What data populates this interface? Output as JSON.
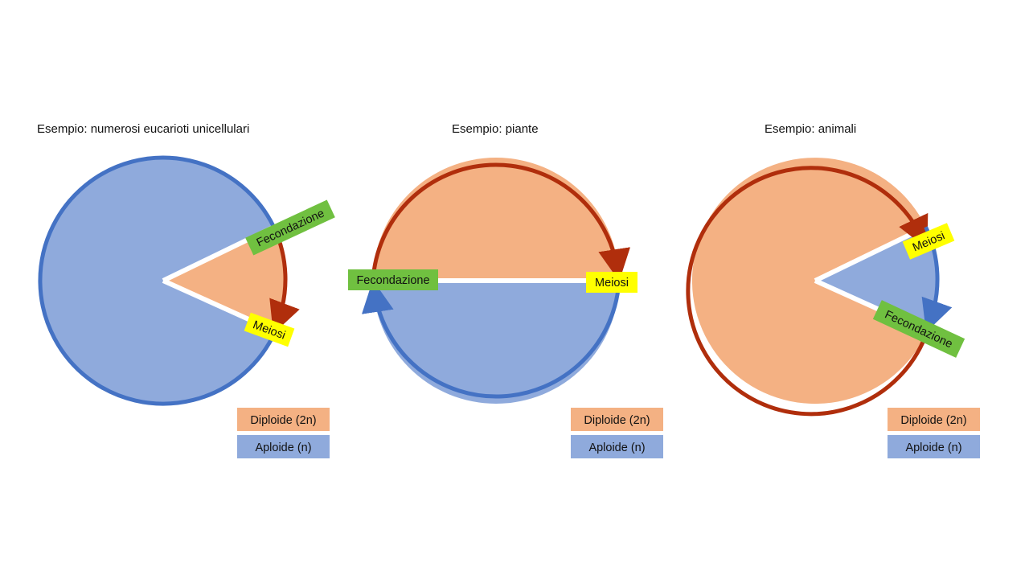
{
  "colors": {
    "diploid_fill": "#f4b183",
    "haploid_fill": "#8faadc",
    "diploid_arc": "#b02e0c",
    "haploid_arc": "#4472c4",
    "fecondazione_label": "#70c040",
    "meiosi_label": "#ffff00",
    "separator": "#ffffff"
  },
  "diagrams": [
    {
      "title": "Esempio: numerosi eucarioti unicellulari",
      "fecondazione": "Fecondazione",
      "meiosi": "Meiosi",
      "legend": {
        "diploid": "Diploide (2n)",
        "haploid": "Aploide (n)"
      }
    },
    {
      "title": "Esempio: piante",
      "fecondazione": "Fecondazione",
      "meiosi": "Meiosi",
      "legend": {
        "diploid": "Diploide (2n)",
        "haploid": "Aploide (n)"
      }
    },
    {
      "title": "Esempio: animali",
      "fecondazione": "Fecondazione",
      "meiosi": "Meiosi",
      "legend": {
        "diploid": "Diploide (2n)",
        "haploid": "Aploide (n)"
      }
    }
  ]
}
